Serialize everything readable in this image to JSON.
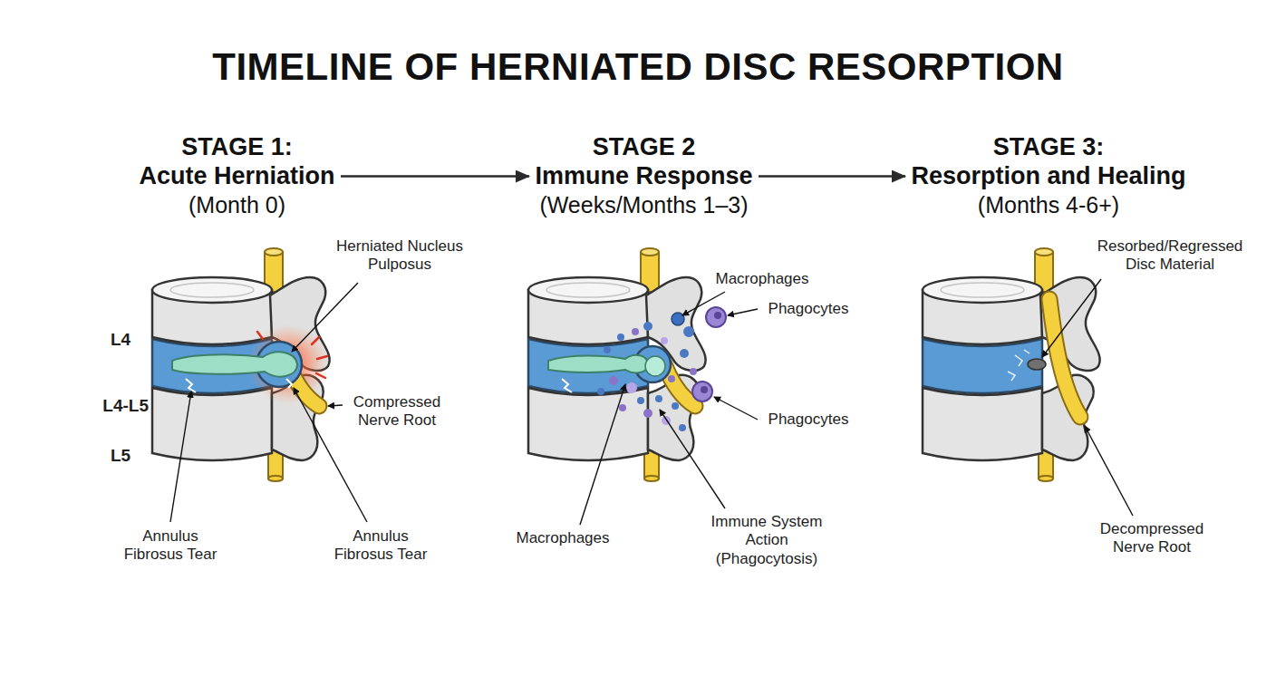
{
  "diagram": {
    "title": "TIMELINE OF HERNIATED DISC RESORPTION",
    "nodes": [
      {
        "text": [
          "STAGE 1:",
          "Acute Herniation",
          "(Month 0)"
        ]
      },
      {
        "text": [
          "STAGE 2",
          "Immune Response",
          "(Weeks/Months 1–3)"
        ]
      },
      {
        "text": [
          "STAGE 3:",
          "Resorption and Healing",
          "(Months 4-6+)"
        ]
      }
    ],
    "edges": [
      {
        "from": 0,
        "to": 1,
        "arrow": "to"
      },
      {
        "from": 1,
        "to": 2,
        "arrow": "to"
      }
    ],
    "labels": [
      "L4",
      "L4-L5",
      "L5",
      "Herniated Nucleus Pulposus",
      "Compressed Nerve Root",
      "Annulus Fibrosus Tear",
      "Annulus Fibrosus Tear",
      "Macrophages",
      "Phagocytes",
      "Phagocytes",
      "Macrophages",
      "Immune System Action (Phagocytosis)",
      "Resorbed/Regressed Disc Material",
      "Decompressed Nerve Root"
    ]
  }
}
